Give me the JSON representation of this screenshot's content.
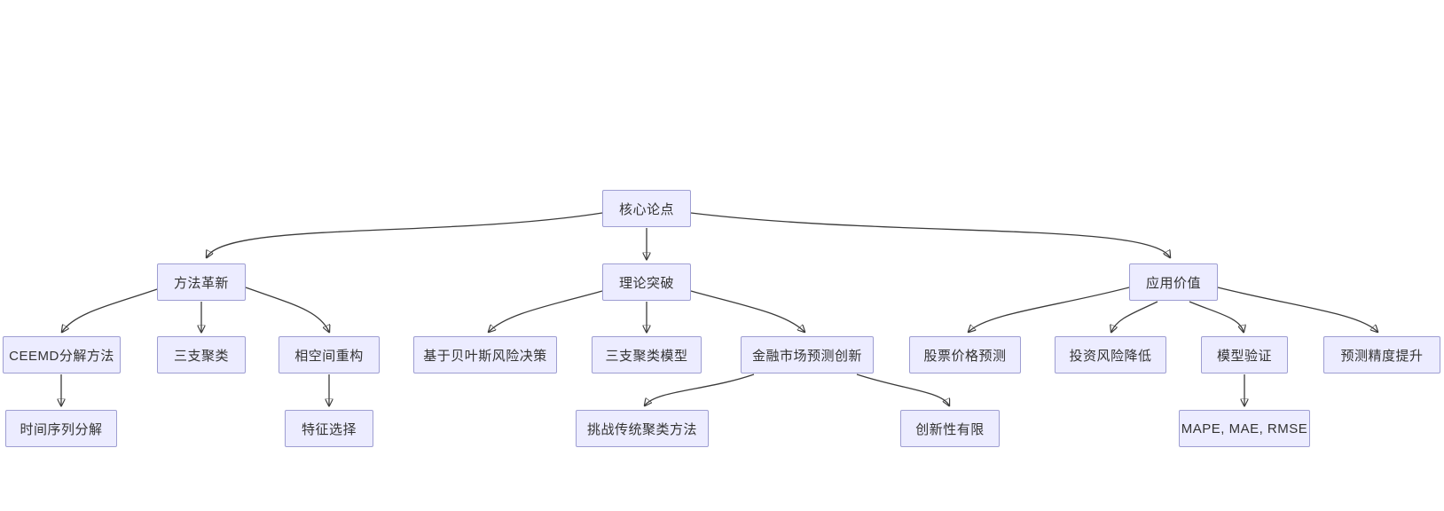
{
  "diagram": {
    "type": "flowchart-top-down",
    "root": "核心论点",
    "colors": {
      "background": "#ffffff",
      "node_fill": "#ececff",
      "node_border": "#9e9ed2",
      "node_text": "#333333",
      "edge": "#3b3b3b"
    },
    "nodes": {
      "core": {
        "label": "核心论点"
      },
      "method": {
        "label": "方法革新"
      },
      "theory": {
        "label": "理论突破"
      },
      "value": {
        "label": "应用价值"
      },
      "ceemd": {
        "label": "CEEMD分解方法"
      },
      "three_way": {
        "label": "三支聚类"
      },
      "phase": {
        "label": "相空间重构"
      },
      "bayes": {
        "label": "基于贝叶斯风险决策"
      },
      "three_model": {
        "label": "三支聚类模型"
      },
      "finance": {
        "label": "金融市场预测创新"
      },
      "stock": {
        "label": "股票价格预测"
      },
      "risk": {
        "label": "投资风险降低"
      },
      "model": {
        "label": "模型验证"
      },
      "precision": {
        "label": "预测精度提升"
      },
      "ts_decomp": {
        "label": "时间序列分解"
      },
      "feature": {
        "label": "特征选择"
      },
      "challenge": {
        "label": "挑战传统聚类方法"
      },
      "limited": {
        "label": "创新性有限"
      },
      "metrics": {
        "label": "MAPE, MAE, RMSE"
      }
    },
    "edges": [
      {
        "from": "core",
        "to": "method"
      },
      {
        "from": "core",
        "to": "theory"
      },
      {
        "from": "core",
        "to": "value"
      },
      {
        "from": "method",
        "to": "ceemd"
      },
      {
        "from": "method",
        "to": "three_way"
      },
      {
        "from": "method",
        "to": "phase"
      },
      {
        "from": "ceemd",
        "to": "ts_decomp"
      },
      {
        "from": "phase",
        "to": "feature"
      },
      {
        "from": "theory",
        "to": "bayes"
      },
      {
        "from": "theory",
        "to": "three_model"
      },
      {
        "from": "theory",
        "to": "finance"
      },
      {
        "from": "finance",
        "to": "challenge"
      },
      {
        "from": "finance",
        "to": "limited"
      },
      {
        "from": "value",
        "to": "stock"
      },
      {
        "from": "value",
        "to": "risk"
      },
      {
        "from": "value",
        "to": "model"
      },
      {
        "from": "value",
        "to": "precision"
      },
      {
        "from": "model",
        "to": "metrics"
      }
    ]
  }
}
